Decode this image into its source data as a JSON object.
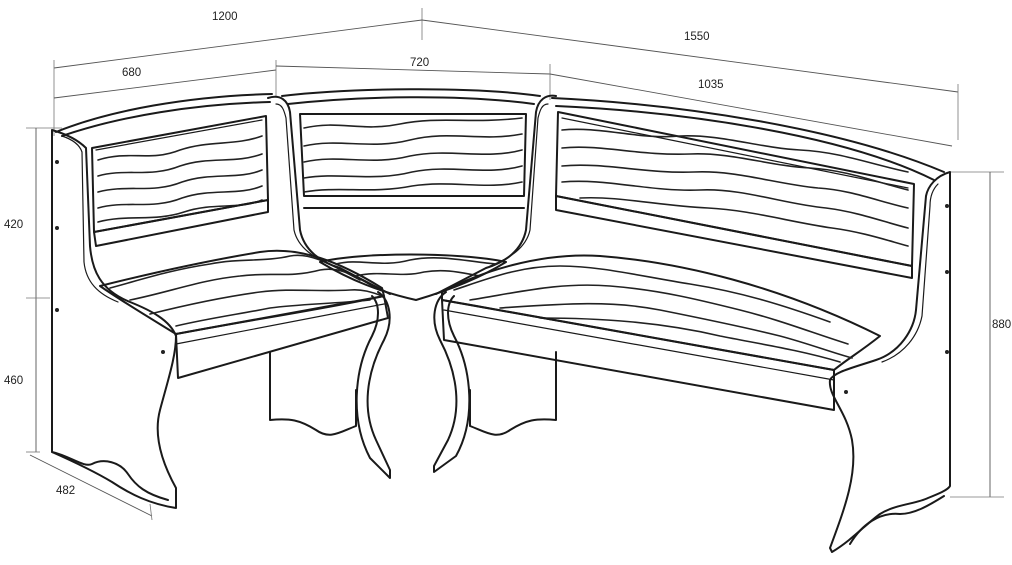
{
  "dimensions": {
    "overall_left_width": "1200",
    "overall_right_width": "1550",
    "left_section_width": "680",
    "corner_section_width": "720",
    "right_section_width": "1035",
    "backrest_height": "420",
    "seat_height": "460",
    "total_height": "880",
    "seat_depth": "482"
  },
  "colors": {
    "line": "#1a1a1a",
    "dimension_line": "#555555",
    "background": "#ffffff"
  }
}
